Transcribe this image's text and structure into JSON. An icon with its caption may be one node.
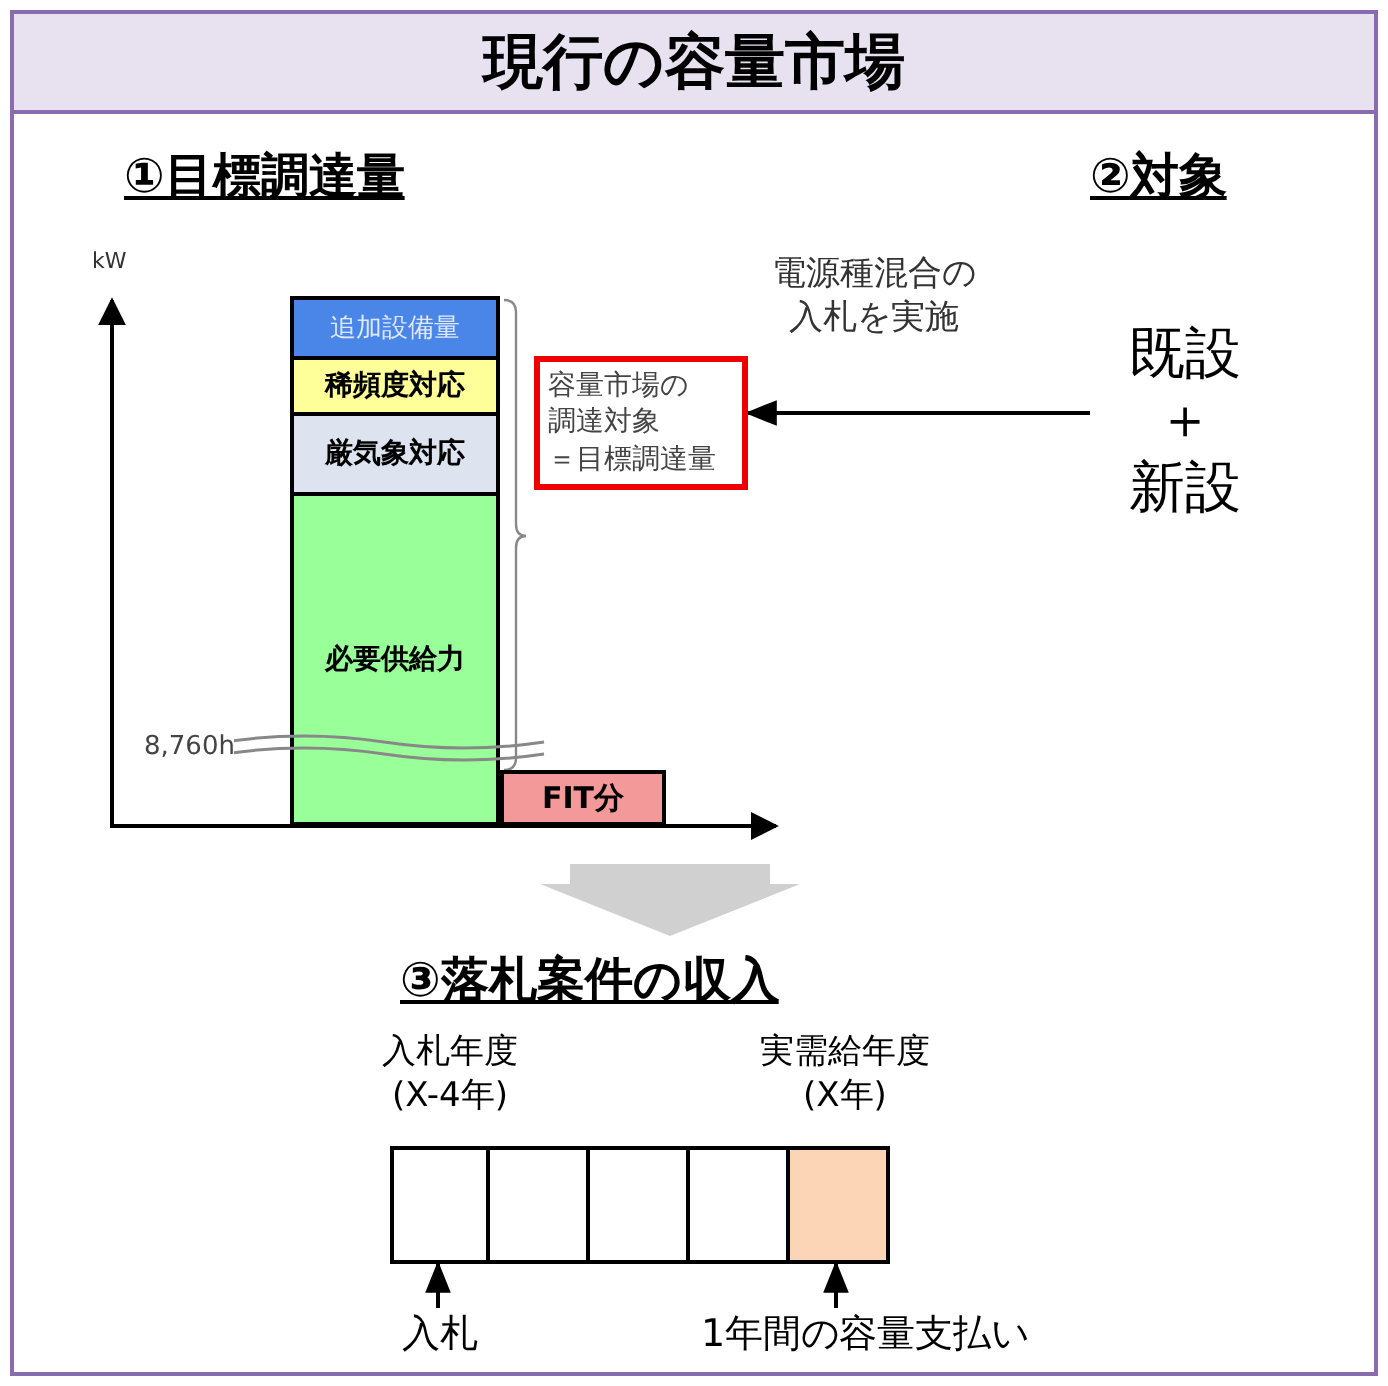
{
  "diagram": {
    "title": "現行の容量市場",
    "nodes": [
      {
        "text": [
          "追加設備量"
        ]
      },
      {
        "text": [
          "稀頻度対応"
        ]
      },
      {
        "text": [
          "厳気象対応"
        ]
      },
      {
        "text": [
          "必要供給力"
        ]
      },
      {
        "text": [
          "FIT分"
        ]
      },
      {
        "text": [
          "容量市場の調達対象＝目標調達量"
        ]
      },
      {
        "text": [
          "既設",
          "＋",
          "新設"
        ]
      },
      {
        "text": [],
        "shape": "box"
      },
      {
        "text": [],
        "shape": "box"
      },
      {
        "text": [],
        "shape": "box"
      },
      {
        "text": [],
        "shape": "box"
      },
      {
        "text": [],
        "shape": "box"
      },
      {
        "text": [
          "入札年度 (X-4年)"
        ]
      },
      {
        "text": [
          "実需給年度 (X年)"
        ]
      },
      {
        "text": [
          "入札"
        ]
      },
      {
        "text": [
          "1年間の容量支払い"
        ]
      }
    ],
    "edges": [
      {
        "from": 6,
        "to": 5,
        "arrow": "to",
        "label": "電源種混合の入札を実施"
      },
      {
        "from": 14,
        "to": 7,
        "arrow": "to"
      },
      {
        "from": 15,
        "to": 11,
        "arrow": "to"
      }
    ],
    "labels": [
      "①目標調達量",
      "②対象",
      "kW",
      "8,760h",
      "③落札案件の収入"
    ]
  }
}
